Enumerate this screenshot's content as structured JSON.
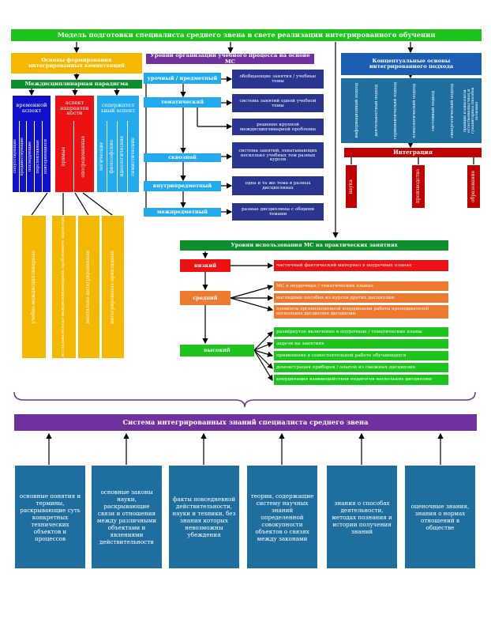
{
  "title": "Модель подготовки специалиста среднего звена в свете реализации интегрированного обучения",
  "colors": {
    "green": "#1cc41c",
    "dark_green": "#0a8f2a",
    "yellow": "#f5b800",
    "blue": "#1111cc",
    "red": "#ee1111",
    "cyan": "#22aaee",
    "purple": "#7030a0",
    "navy": "#2a3590",
    "steel": "#1e6ea0",
    "orange": "#ee7a30",
    "dark_red": "#c00000",
    "mid_blue": "#1a5fb4"
  },
  "left": {
    "osnovy": "Основы формирования интегрированных компетенций",
    "paradigm": "Междисциплинарная парадигма",
    "aspect_time": "временной аспект",
    "aspect_direction": "аспект направлен ности",
    "aspect_content": "содержател ьный аспект",
    "time_items": [
      "сопутствующие",
      "предшествующие",
      "последующие",
      "перспективные",
      "повторяющиеся"
    ],
    "direction_items": [
      "прямые",
      "опосредованные"
    ],
    "content_items": [
      "логические",
      "философские",
      "идеологические",
      "семиотические"
    ],
    "yellow_items": [
      "учебно-междисциплинарные",
      "исследовательско-междисциплинарные проблемного характера",
      "ментально-интегрированные",
      "интегрированно-прикладные"
    ]
  },
  "middle": {
    "header": "Уровни организации учебного процесса на основе МС",
    "levels": [
      "урочный / предметный",
      "тематический",
      "сквозной",
      "внутрипредметный",
      "межпредметный"
    ],
    "descriptions": [
      "обобщающие занятия / учебные темы",
      "система занятий одной учебной темы",
      "решение крупной междисциплинарной проблемы",
      "система занятий, охватывающих несколько учебных тем разных курсов",
      "одна и та же тема в разных дисциплинах",
      "разные дисциплины с общими темами"
    ]
  },
  "right": {
    "header": "Концептуальные основы интегрированного подхода",
    "approaches": [
      "информационный подход",
      "деятельностный подход",
      "герменевтический подход",
      "психологический подход",
      "системный подход",
      "синергетический подход",
      "принцип взаимосвязи естественнонаучных и гуманитарных способов познания"
    ],
    "integration": "Интеграция",
    "integration_items": [
      "наука",
      "производство",
      "образование"
    ]
  },
  "practical": {
    "header": "Уровни использования МС на практических занятиях",
    "levels": [
      "низкий",
      "средний",
      "высокий"
    ],
    "low_items": [
      "частичный фактический материал в поурочных планах"
    ],
    "mid_items": [
      "МС в поурочных / тематических планах",
      "наглядные пособия из курсов других дисциплин",
      "элементы организационной координации работы преподавателей нескольких дисциплин дисциплин"
    ],
    "high_items": [
      "развёрнутое включение в поурочные / тематические планы",
      "задачи на занятиях",
      "применение в самостоятельной работе обучающихся",
      "демонстрация приборов / опытов из смежных дисциплин",
      "координация взаимодействия педагогов нескольких дисциплин"
    ]
  },
  "system": {
    "title": "Система интегрированных знаний специалиста среднего звена",
    "items": [
      "основные понятия и термины, раскрывающие суть конкретных технических объектов и процессов",
      "основные законы науки, раскрывающие связи и отношения между различными объектами и явлениями действительности",
      "факты повседневной действительности, науки и техники, без знания которых невозможны убеждения",
      "теории, содержащие систему научных знаний определенной совокупности объектов о связях между законами",
      "знания о способах деятельности, методах познания и истории получения знаний",
      "оценочные знания, знания о нормах отношений в обществе"
    ]
  }
}
